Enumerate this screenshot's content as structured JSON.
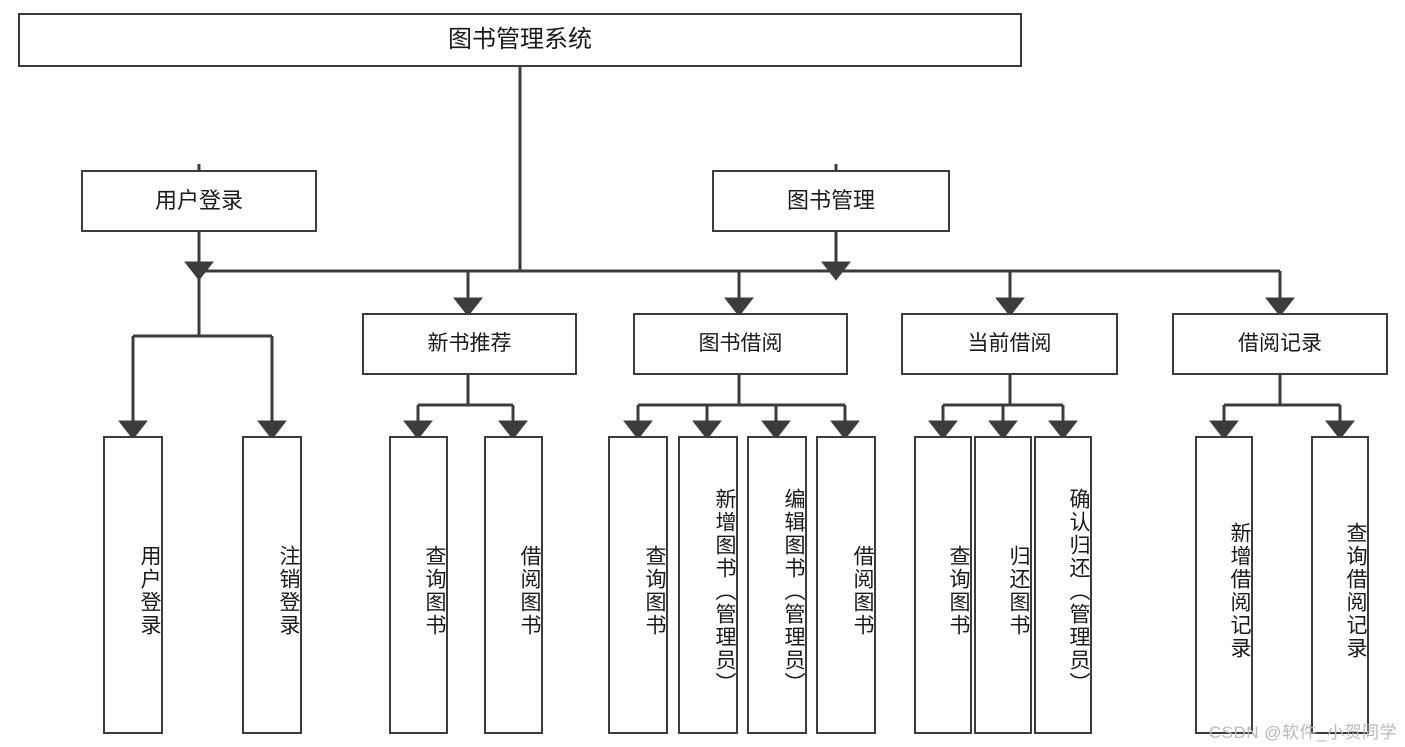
{
  "diagram": {
    "title": "图书管理系统",
    "watermark": "CSDN @软件_小贺同学",
    "colors": {
      "stroke": "#3c3c3c",
      "fill": "#ffffff",
      "text": "#1a1a1a",
      "watermark": "#b9b9b9"
    },
    "nodes": {
      "root": "图书管理系统",
      "user_login": "用户登录",
      "book_manage": "图书管理",
      "new_book_rec": "新书推荐",
      "book_borrow": "图书借阅",
      "current_borrow": "当前借阅",
      "borrow_record": "借阅记录",
      "leaf_user_login": "用户登录",
      "leaf_user_logout": "注销登录",
      "leaf_rec_query_book": "查询图书",
      "leaf_rec_borrow_book": "借阅图书",
      "leaf_borrow_query_book": "查询图书",
      "leaf_borrow_add_book": "新增图书（管理员）",
      "leaf_borrow_edit_book": "编辑图书（管理员）",
      "leaf_borrow_borrow_book": "借阅图书",
      "leaf_cur_query_book": "查询图书",
      "leaf_cur_return_book": "归还图书",
      "leaf_cur_confirm_return": "确认归还（管理员）",
      "leaf_rec_add_record": "新增借阅记录",
      "leaf_rec_query_record": "查询借阅记录"
    }
  }
}
